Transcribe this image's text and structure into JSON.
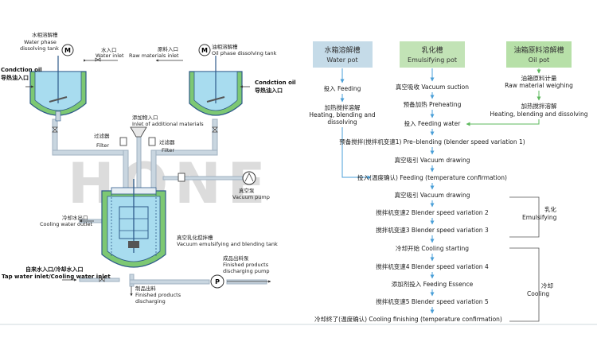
{
  "watermark": "HONE",
  "apparatus": {
    "water_tank": {
      "cn": "水相溶解槽",
      "en1": "Water phase",
      "en2": "dissolving tank"
    },
    "oil_tank": {
      "cn": "油相溶解槽",
      "en": "Oil phase dissolving tank"
    },
    "motor_symbol": "M",
    "water_inlet": {
      "cn": "水入口",
      "en": "Water inlet"
    },
    "raw_inlet": {
      "cn": "原料入口",
      "en": "Raw materials inlet"
    },
    "condction_oil_left": {
      "en": "Condction oil",
      "cn": "导热油入口"
    },
    "condction_oil_right": {
      "en": "Condction oil",
      "cn": "导热油入口"
    },
    "additional_inlet": {
      "cn": "添加物入口",
      "en": "Inlet of additional materials"
    },
    "filter_left": {
      "cn": "过滤器",
      "en": "Filter"
    },
    "filter_right": {
      "cn": "过滤器",
      "en": "Filter"
    },
    "vacuum_pump": {
      "cn": "真空泵",
      "en": "Vacuum pump"
    },
    "cooling_outlet": {
      "cn": "冷却水出口",
      "en": "Cooling water outlet"
    },
    "emulsify_tank": {
      "cn": "真空乳化搅拌槽",
      "en": "Vacuum emulsifying and blending tank"
    },
    "tap_inlet": {
      "cn": "自来水入口/冷却水入口",
      "en": "Tap water inlet/Cooling water inlet"
    },
    "product_pump": {
      "cn": "成品出料泵",
      "en1": "Finished products",
      "en2": "discharging pump"
    },
    "product_out": {
      "cn": "制品出料",
      "en1": "Finished products",
      "en2": "discharging"
    },
    "pump_symbol": "P"
  },
  "flow": {
    "headers": {
      "water": {
        "cn": "水箱溶解槽",
        "en": "Water pot"
      },
      "emulsify": {
        "cn": "乳化槽",
        "en": "Emulsifying pot"
      },
      "oil": {
        "cn": "油箱原料溶解槽",
        "en": "Oil pot"
      }
    },
    "water_steps": [
      "投入 Feeding",
      "加热搅拌溶解",
      "Heating, blending and",
      "dissolving"
    ],
    "oil_steps": [
      "油箱原料计量",
      "Raw material weighing",
      "加热搅拌溶解",
      "Heating, blending and dissolving"
    ],
    "main_steps": [
      "真空吸收 Vacuum suction",
      "预备加热 Preheating",
      "投入 Feeding water",
      "预备搅拌(搅拌机变速1) Pre–blending (blender speed variation 1)",
      "真空吸引 Vacuum drawing",
      "投入(温度确认) Feeding (temperature confirmation)",
      "真空吸引 Vacuum drawing",
      "搅拌机变速2 Blender speed variation 2",
      "搅拌机变速3 Blender speed variation 3",
      "冷却开始 Cooling starting",
      "搅拌机变速4 Blender speed variation 4",
      "添加剂投入 Feeding Essence",
      "搅拌机变速5 Blender speed variation 5",
      "冷却终了(温度确认) Cooling finishing (temperature confirmation)"
    ],
    "emulsify_label": {
      "cn": "乳化",
      "en": "Emulsifying"
    },
    "cooling_label": {
      "cn": "冷却",
      "en": "Cooling"
    }
  },
  "colors": {
    "liquid": "#a8dcef",
    "jacket": "#7dc873",
    "tank_outline": "#2e5a8a",
    "pipe": "#b8c6d2",
    "hdr_water": "#c5dbe8",
    "hdr_emulsify": "#c2e3b6",
    "hdr_oil": "#b7e0a8",
    "arrow": "#4a9fd8",
    "arrow_green": "#5cb85c"
  }
}
